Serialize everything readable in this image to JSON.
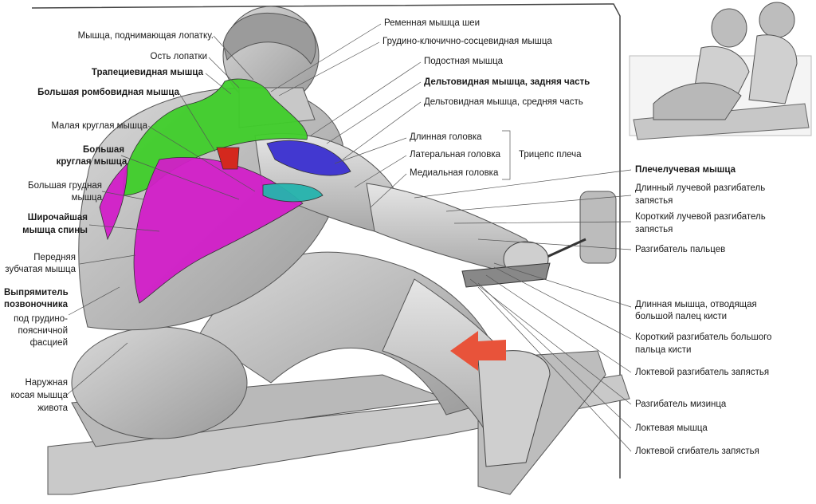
{
  "colors": {
    "trapezius": "#3fce2a",
    "latissimus": "#d21ec8",
    "rhomboid": "#d4281e",
    "deltoid_posterior": "#3a2fd0",
    "teres_minor": "#25b3ad",
    "arrow": "#e8533a"
  },
  "labels_left": [
    {
      "text": "Мышца, поднимающая лопатку.",
      "bold": false
    },
    {
      "text": "Ость лопатки",
      "bold": false
    },
    {
      "text": "Трапециевидная мышца",
      "bold": true
    },
    {
      "text": "Большая ромбовидная мышца",
      "bold": true
    },
    {
      "text": "Малая круглая мышца",
      "bold": false
    },
    {
      "text": "Большая",
      "bold": true
    },
    {
      "text": "круглая мышца",
      "bold": true
    },
    {
      "text": "Большая грудная",
      "bold": false
    },
    {
      "text": "мышца",
      "bold": false
    },
    {
      "text": "Широчайшая",
      "bold": true
    },
    {
      "text": "мышца спины",
      "bold": true
    },
    {
      "text": "Передняя",
      "bold": false
    },
    {
      "text": "зубчатая мышца",
      "bold": false
    },
    {
      "text": "Выпрямитель",
      "bold": true
    },
    {
      "text": "позвоночника",
      "bold": true
    },
    {
      "text": "под грудино-",
      "bold": false
    },
    {
      "text": "поясничной",
      "bold": false
    },
    {
      "text": "фасцией",
      "bold": false
    },
    {
      "text": "Наружная",
      "bold": false
    },
    {
      "text": "косая мышца",
      "bold": false
    },
    {
      "text": "живота",
      "bold": false
    }
  ],
  "labels_top": [
    {
      "text": "Ременная мышца шеи",
      "bold": false
    },
    {
      "text": "Грудино-ключично-сосцевидная мышца",
      "bold": false
    },
    {
      "text": "Подостная мышца",
      "bold": false
    },
    {
      "text": "Дельтовидная мышца, задняя часть",
      "bold": true
    },
    {
      "text": "Дельтовидная мышца, средняя часть",
      "bold": false
    }
  ],
  "triceps": {
    "heads": [
      "Длинная головка",
      "Латеральная головка",
      "Медиальная головка"
    ],
    "title": "Трицепс плеча"
  },
  "labels_right": [
    {
      "text": "Плечелучевая мышца",
      "bold": true
    },
    {
      "text": "Длинный лучевой разгибатель",
      "bold": false
    },
    {
      "text": "запястья",
      "bold": false
    },
    {
      "text": "Короткий лучевой разгибатель",
      "bold": false
    },
    {
      "text": "запястья",
      "bold": false
    },
    {
      "text": "Разгибатель пальцев",
      "bold": false
    },
    {
      "text": "Длинная мышца, отводящая",
      "bold": false
    },
    {
      "text": "большой палец кисти",
      "bold": false
    },
    {
      "text": "Короткий разгибатель большого",
      "bold": false
    },
    {
      "text": "пальца кисти",
      "bold": false
    },
    {
      "text": "Локтевой разгибатель запястья",
      "bold": false
    },
    {
      "text": "Разгибатель мизинца",
      "bold": false
    },
    {
      "text": "Локтевая мышца",
      "bold": false
    },
    {
      "text": "Локтевой сгибатель запястья",
      "bold": false
    }
  ]
}
